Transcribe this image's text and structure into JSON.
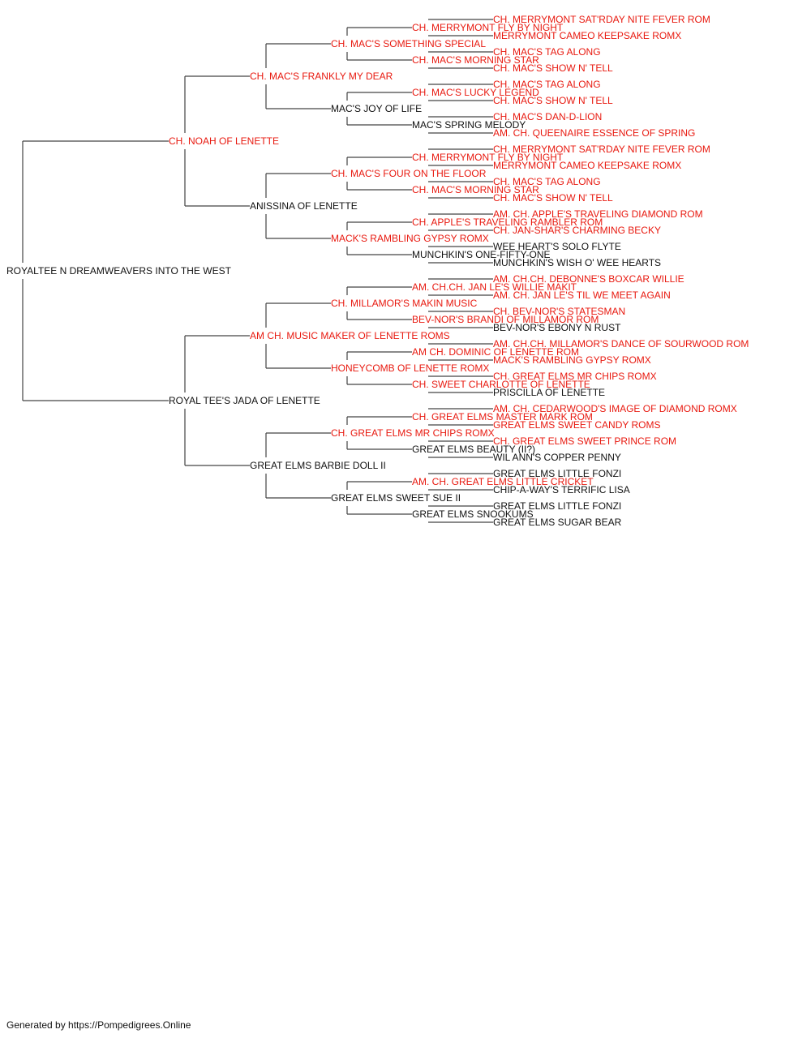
{
  "colors": {
    "champion": "#e8190f",
    "normal": "#111111",
    "line": "#444444"
  },
  "pedigree": {
    "name": "ROYALTEE N DREAMWEAVERS INTO THE WEST",
    "red": false,
    "sire": {
      "name": "CH. NOAH OF LENETTE",
      "red": true,
      "sire": {
        "name": "CH. MAC'S FRANKLY MY DEAR",
        "red": true,
        "sire": {
          "name": "CH. MAC'S SOMETHING SPECIAL",
          "red": true,
          "sire": {
            "name": "CH. MERRYMONT FLY BY NIGHT",
            "red": true,
            "sire": {
              "name": "CH. MERRYMONT SAT'RDAY NITE FEVER ROM",
              "red": true
            },
            "dam": {
              "name": "MERRYMONT CAMEO KEEPSAKE ROMX",
              "red": true
            }
          },
          "dam": {
            "name": "CH. MAC'S MORNING STAR",
            "red": true,
            "sire": {
              "name": "CH. MAC'S TAG ALONG",
              "red": true
            },
            "dam": {
              "name": "CH. MAC'S SHOW N' TELL",
              "red": true
            }
          }
        },
        "dam": {
          "name": "MAC'S JOY OF LIFE",
          "red": false,
          "sire": {
            "name": "CH. MAC'S LUCKY LEGEND",
            "red": true,
            "sire": {
              "name": "CH. MAC'S TAG ALONG",
              "red": true
            },
            "dam": {
              "name": "CH. MAC'S SHOW N' TELL",
              "red": true
            }
          },
          "dam": {
            "name": "MAC'S SPRING MELODY",
            "red": false,
            "sire": {
              "name": "CH. MAC'S DAN-D-LION",
              "red": true
            },
            "dam": {
              "name": "AM. CH. QUEENAIRE ESSENCE OF SPRING",
              "red": true
            }
          }
        }
      },
      "dam": {
        "name": "ANISSINA OF LENETTE",
        "red": false,
        "sire": {
          "name": "CH. MAC'S FOUR ON THE FLOOR",
          "red": true,
          "sire": {
            "name": "CH. MERRYMONT FLY BY NIGHT",
            "red": true,
            "sire": {
              "name": "CH. MERRYMONT SAT'RDAY NITE FEVER ROM",
              "red": true
            },
            "dam": {
              "name": "MERRYMONT CAMEO KEEPSAKE ROMX",
              "red": true
            }
          },
          "dam": {
            "name": "CH. MAC'S MORNING STAR",
            "red": true,
            "sire": {
              "name": "CH. MAC'S TAG ALONG",
              "red": true
            },
            "dam": {
              "name": "CH. MAC'S SHOW N' TELL",
              "red": true
            }
          }
        },
        "dam": {
          "name": "MACK'S RAMBLING GYPSY ROMX",
          "red": true,
          "sire": {
            "name": "CH. APPLE'S TRAVELING RAMBLER ROM",
            "red": true,
            "sire": {
              "name": "AM. CH. APPLE'S TRAVELING DIAMOND ROM",
              "red": true
            },
            "dam": {
              "name": "CH. JAN-SHAR'S CHARMING BECKY",
              "red": true
            }
          },
          "dam": {
            "name": "MUNCHKIN'S ONE-FIFTY-ONE",
            "red": false,
            "sire": {
              "name": "WEE HEART'S SOLO FLYTE",
              "red": false
            },
            "dam": {
              "name": "MUNCHKIN'S WISH O' WEE HEARTS",
              "red": false
            }
          }
        }
      }
    },
    "dam": {
      "name": "ROYAL TEE'S JADA OF LENETTE",
      "red": false,
      "sire": {
        "name": "AM CH. MUSIC MAKER OF LENETTE ROMS",
        "red": true,
        "sire": {
          "name": "CH. MILLAMOR'S MAKIN MUSIC",
          "red": true,
          "sire": {
            "name": "AM. CH.CH. JAN LE'S WILLIE MAKIT",
            "red": true,
            "sire": {
              "name": "AM. CH.CH. DEBONNE'S BOXCAR WILLIE",
              "red": true
            },
            "dam": {
              "name": "AM. CH. JAN LE'S TIL WE MEET AGAIN",
              "red": true
            }
          },
          "dam": {
            "name": "BEV-NOR'S BRANDI OF MILLAMOR ROM",
            "red": true,
            "sire": {
              "name": "CH. BEV-NOR'S STATESMAN",
              "red": true
            },
            "dam": {
              "name": "BEV-NOR'S EBONY N RUST",
              "red": false
            }
          }
        },
        "dam": {
          "name": "HONEYCOMB OF LENETTE ROMX",
          "red": true,
          "sire": {
            "name": "AM CH. DOMINIC OF LENETTE ROM",
            "red": true,
            "sire": {
              "name": "AM. CH.CH. MILLAMOR'S DANCE OF SOURWOOD ROM",
              "red": true
            },
            "dam": {
              "name": "MACK'S RAMBLING GYPSY ROMX",
              "red": true
            }
          },
          "dam": {
            "name": "CH. SWEET CHARLOTTE OF LENETTE",
            "red": true,
            "sire": {
              "name": "CH. GREAT ELMS MR CHIPS ROMX",
              "red": true
            },
            "dam": {
              "name": "PRISCILLA OF LENETTE",
              "red": false
            }
          }
        }
      },
      "dam": {
        "name": "GREAT ELMS BARBIE DOLL II",
        "red": false,
        "sire": {
          "name": "CH. GREAT ELMS MR CHIPS ROMX",
          "red": true,
          "sire": {
            "name": "CH. GREAT ELMS MASTER MARK ROM",
            "red": true,
            "sire": {
              "name": "AM. CH. CEDARWOOD'S IMAGE OF DIAMOND ROMX",
              "red": true
            },
            "dam": {
              "name": "GREAT ELMS SWEET CANDY ROMS",
              "red": true
            }
          },
          "dam": {
            "name": "GREAT ELMS BEAUTY (II?)",
            "red": false,
            "sire": {
              "name": "CH. GREAT ELMS SWEET PRINCE ROM",
              "red": true
            },
            "dam": {
              "name": "WIL ANN'S COPPER PENNY",
              "red": false
            }
          }
        },
        "dam": {
          "name": "GREAT ELMS SWEET SUE II",
          "red": false,
          "sire": {
            "name": "AM. CH. GREAT ELMS LITTLE CRICKET",
            "red": true,
            "sire": {
              "name": "GREAT ELMS LITTLE FONZI",
              "red": false
            },
            "dam": {
              "name": "CHIP-A-WAY'S TERRIFIC LISA",
              "red": false
            }
          },
          "dam": {
            "name": "GREAT ELMS SNOOKUMS",
            "red": false,
            "sire": {
              "name": "GREAT ELMS LITTLE FONZI",
              "red": false
            },
            "dam": {
              "name": "GREAT ELMS SUGAR BEAR",
              "red": false
            }
          }
        }
      }
    }
  },
  "footer": "Generated by https://Pompedigrees.Online"
}
